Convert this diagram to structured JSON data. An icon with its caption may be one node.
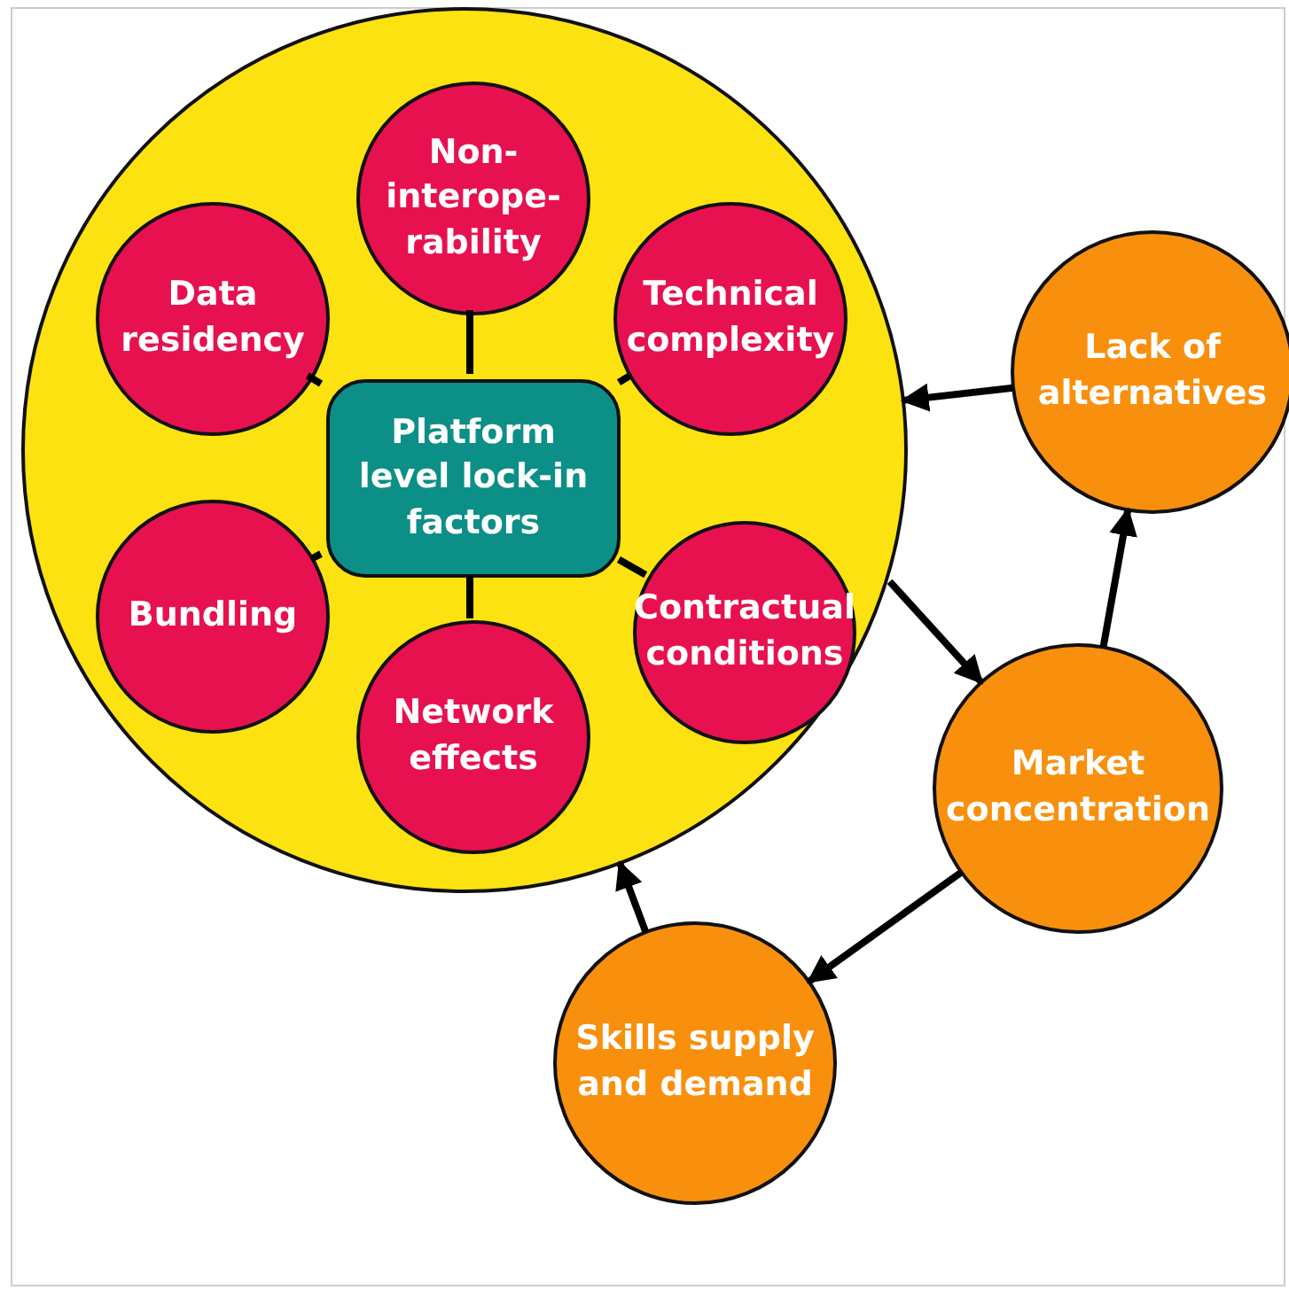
{
  "diagram": {
    "nodes": [
      {
        "text": [],
        "shape": "circle"
      },
      {
        "text": [
          "Non- interope- rability"
        ],
        "in": 0
      },
      {
        "text": [
          "Data residency"
        ],
        "in": 0
      },
      {
        "text": [
          "Technical complexity"
        ],
        "in": 0
      },
      {
        "text": [
          "Platform level lock-in factors"
        ],
        "in": 0
      },
      {
        "text": [
          "Bundling"
        ],
        "in": 0
      },
      {
        "text": [
          "Contractual conditions"
        ],
        "in": 0
      },
      {
        "text": [
          "Network effects"
        ],
        "in": 0
      },
      {
        "text": [
          "Lack of alternatives"
        ]
      },
      {
        "text": [
          "Market concentration"
        ]
      },
      {
        "text": [
          "Skills supply and demand"
        ]
      }
    ],
    "edges": [
      {
        "from": 4,
        "to": 1,
        "arrow": "none"
      },
      {
        "from": 4,
        "to": 2,
        "arrow": "none"
      },
      {
        "from": 4,
        "to": 3,
        "arrow": "none"
      },
      {
        "from": 4,
        "to": 5,
        "arrow": "none"
      },
      {
        "from": 4,
        "to": 6,
        "arrow": "none"
      },
      {
        "from": 4,
        "to": 7,
        "arrow": "none"
      },
      {
        "from": 8,
        "to": 0,
        "arrow": "to"
      },
      {
        "from": 0,
        "to": 9,
        "arrow": "to"
      },
      {
        "from": 9,
        "to": 8,
        "arrow": "to"
      },
      {
        "from": 9,
        "to": 10,
        "arrow": "to"
      },
      {
        "from": 10,
        "to": 0,
        "arrow": "to"
      }
    ]
  }
}
